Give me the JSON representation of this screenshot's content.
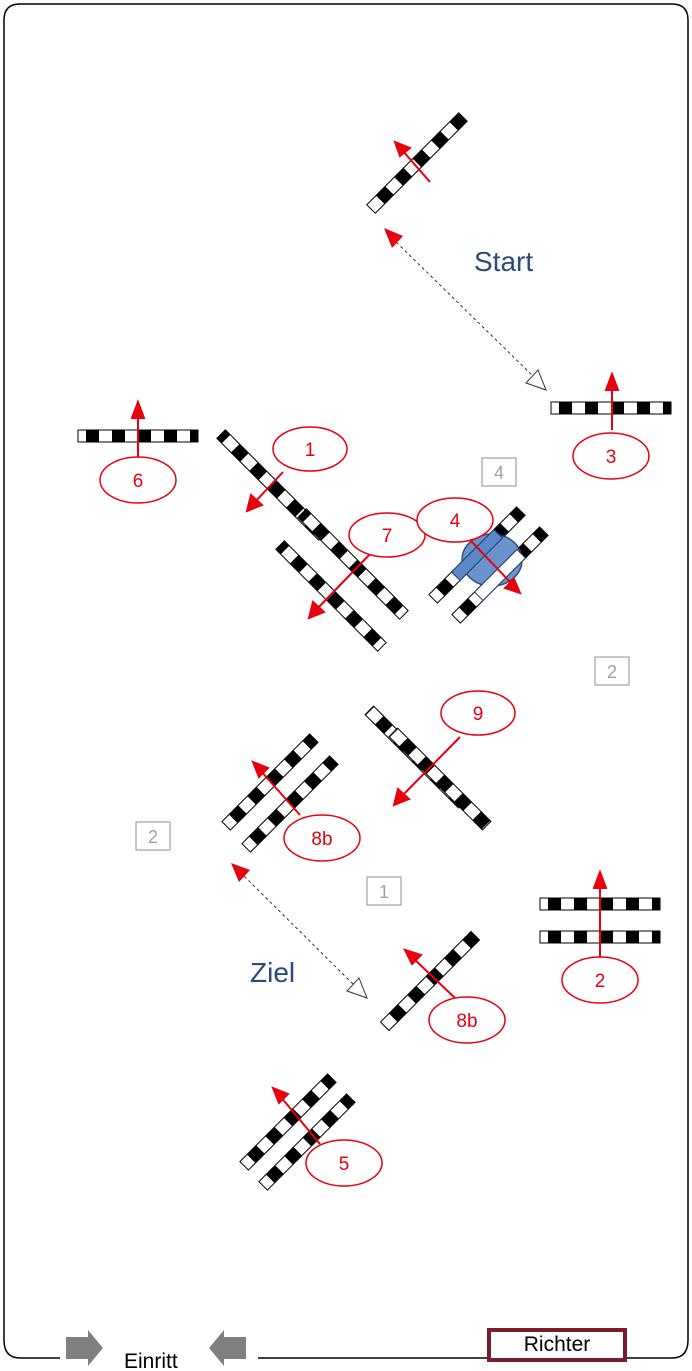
{
  "course": {
    "start_label": "Start",
    "finish_label": "Ziel",
    "entry_label": "Einritt",
    "judge_label": "Richter",
    "obstacles": [
      {
        "label": "1"
      },
      {
        "label": "3"
      },
      {
        "label": "6"
      },
      {
        "label": "7"
      },
      {
        "label": "4"
      },
      {
        "label": "9"
      },
      {
        "label": "8b"
      },
      {
        "label": "2"
      },
      {
        "label": "8b"
      },
      {
        "label": "5"
      }
    ],
    "strides": [
      {
        "label": "4"
      },
      {
        "label": "2"
      },
      {
        "label": "2"
      },
      {
        "label": "1"
      }
    ]
  },
  "colors": {
    "number_red": "#e8000d",
    "arrow_red": "#e8000d",
    "text_blue": "#2c4a7c",
    "stride_gray": "#a0a0a0",
    "judge_border": "#7b1c2e",
    "entry_arrow_gray": "#808080",
    "water_blue": "#5b88c9"
  }
}
